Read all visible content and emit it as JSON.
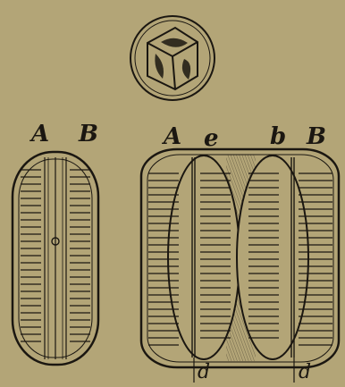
{
  "labels": {
    "left_a": "A",
    "left_b": "B",
    "right_a": "A",
    "right_e": "e",
    "right_b_lower": "b",
    "right_b_upper": "B",
    "bottom_d1": "d",
    "bottom_d2": "d"
  },
  "colors": {
    "paper": "#b3a577",
    "ink": "#1b1711"
  }
}
